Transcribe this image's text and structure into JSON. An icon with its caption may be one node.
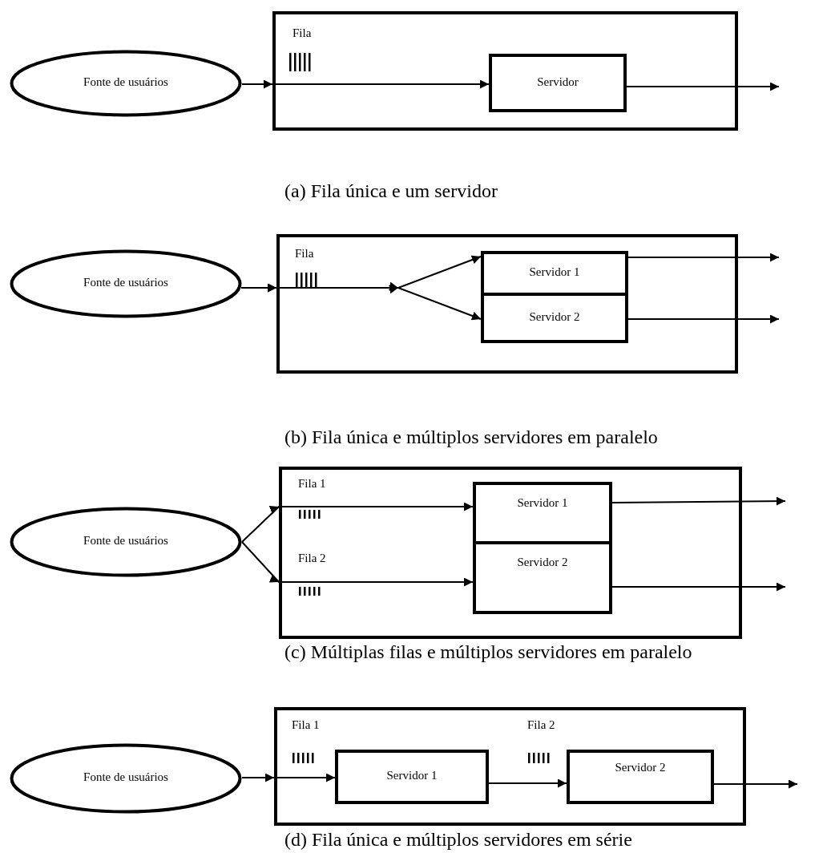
{
  "diagram": {
    "nodes": [
      {
        "text": [
          "Fonte de usuários"
        ]
      },
      {
        "text": [],
        "shape": "box"
      },
      {
        "text": [
          "Servidor"
        ],
        "in": 1
      },
      {
        "text": [
          "Fonte de usuários"
        ]
      },
      {
        "text": [],
        "shape": "box"
      },
      {
        "text": [
          "Servidor 1"
        ],
        "in": 4
      },
      {
        "text": [
          "Servidor 2"
        ],
        "in": 4
      },
      {
        "text": [
          "Fonte de usuários"
        ]
      },
      {
        "text": [],
        "shape": "box"
      },
      {
        "text": [
          "Servidor 1"
        ],
        "in": 8
      },
      {
        "text": [
          "Servidor 2"
        ],
        "in": 8
      },
      {
        "text": [
          "Fonte de usuários"
        ]
      },
      {
        "text": [],
        "shape": "box"
      },
      {
        "text": [
          "Servidor 1"
        ],
        "in": 12
      },
      {
        "text": [
          "Servidor 2"
        ],
        "in": 12
      }
    ],
    "edges": [
      {
        "from": 0,
        "to": 2,
        "arrow": "to"
      },
      {
        "from": 2,
        "to": null,
        "arrow": "to"
      },
      {
        "from": 3,
        "to": 5,
        "arrow": "to"
      },
      {
        "from": 3,
        "to": 6,
        "arrow": "to"
      },
      {
        "from": 5,
        "to": null,
        "arrow": "to"
      },
      {
        "from": 6,
        "to": null,
        "arrow": "to"
      },
      {
        "from": 7,
        "to": 9,
        "arrow": "to"
      },
      {
        "from": 7,
        "to": 10,
        "arrow": "to"
      },
      {
        "from": 9,
        "to": null,
        "arrow": "to"
      },
      {
        "from": 10,
        "to": null,
        "arrow": "to"
      },
      {
        "from": 11,
        "to": 13,
        "arrow": "to"
      },
      {
        "from": 13,
        "to": 14,
        "arrow": "to"
      },
      {
        "from": 14,
        "to": null,
        "arrow": "to"
      }
    ],
    "labels": [
      "Fila",
      "(a) Fila única e um servidor",
      "Fila",
      "(b) Fila única e múltiplos servidores em paralelo",
      "Fila 1",
      "Fila 2",
      "(c) Múltiplas filas e múltiplos servidores em paralelo",
      "Fila 1",
      "Fila 2",
      "(d) Fila única e múltiplos servidores em série"
    ]
  }
}
